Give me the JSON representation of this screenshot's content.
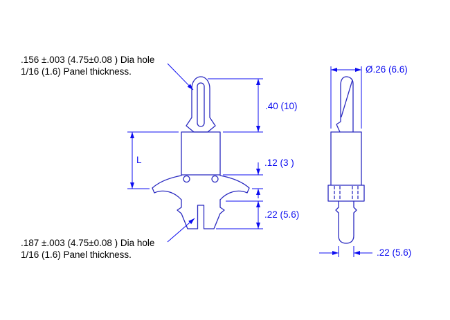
{
  "colors": {
    "background": "#ffffff",
    "outline": "#2929c0",
    "dimension": "#0d0df0",
    "note_text": "#000000"
  },
  "notes": {
    "top_hole": {
      "line1": ".156 ±.003 (4.75±0.08 ) Dia hole",
      "line2": "1/16 (1.6) Panel thickness."
    },
    "bottom_hole": {
      "line1": ".187 ±.003 (4.75±0.08 ) Dia hole",
      "line2": "1/16 (1.6) Panel thickness."
    }
  },
  "dimensions": {
    "top_snap_height": ".40 (10)",
    "panel_gap": ".12 (3 )",
    "front_bottom_snap_length": ".22 (5.6)",
    "body_length": "L",
    "body_diameter": "Ø.26 (6.6)",
    "side_bottom_snap_length": ".22 (5.6)"
  }
}
